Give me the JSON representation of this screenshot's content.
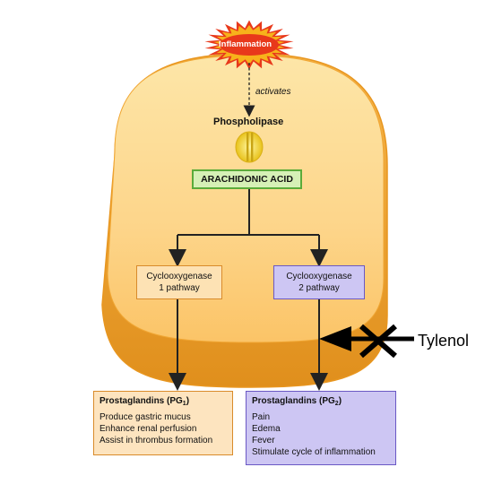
{
  "colors": {
    "cell_fill": "#fdd58a",
    "cell_rim": "#f4a636",
    "cell_stroke": "#e8961f",
    "burst_outer": "#e8381b",
    "burst_inner": "#f7b21b",
    "acid_fill": "#d6f0b6",
    "acid_border": "#5bab3a",
    "cox1_fill": "#fde2b4",
    "cox1_border": "#d98b2b",
    "cox2_fill": "#cdc6f3",
    "cox2_border": "#6a58c4",
    "pg1_fill": "#fde4bf",
    "pg2_fill": "#cdc6f3",
    "arrow": "#222222",
    "block_arrow": "#000000"
  },
  "icons": {
    "inflammation": "starburst-icon",
    "phospholipase": "phospholipid-icon",
    "block": "block-x-icon"
  },
  "diagram": {
    "inflammation": "Inflammation",
    "activates": "activates",
    "phospholipase": "Phospholipase",
    "arachidonic_acid": "ARACHIDONIC ACID",
    "cox1": {
      "line1": "Cyclooxygenase",
      "line2": "1 pathway"
    },
    "cox2": {
      "line1": "Cyclooxygenase",
      "line2": "2 pathway"
    },
    "pg1": {
      "title": "Prostaglandins (PG",
      "sub": "1",
      "title_end": ")",
      "items": [
        "Produce gastric mucus",
        "Enhance renal perfusion",
        "Assist in thrombus formation"
      ]
    },
    "pg2": {
      "title": "Prostaglandins (PG",
      "sub": "2",
      "title_end": ")",
      "items": [
        "Pain",
        "Edema",
        "Fever",
        "Stimulate cycle of inflammation"
      ]
    },
    "blocker": "Tylenol"
  }
}
